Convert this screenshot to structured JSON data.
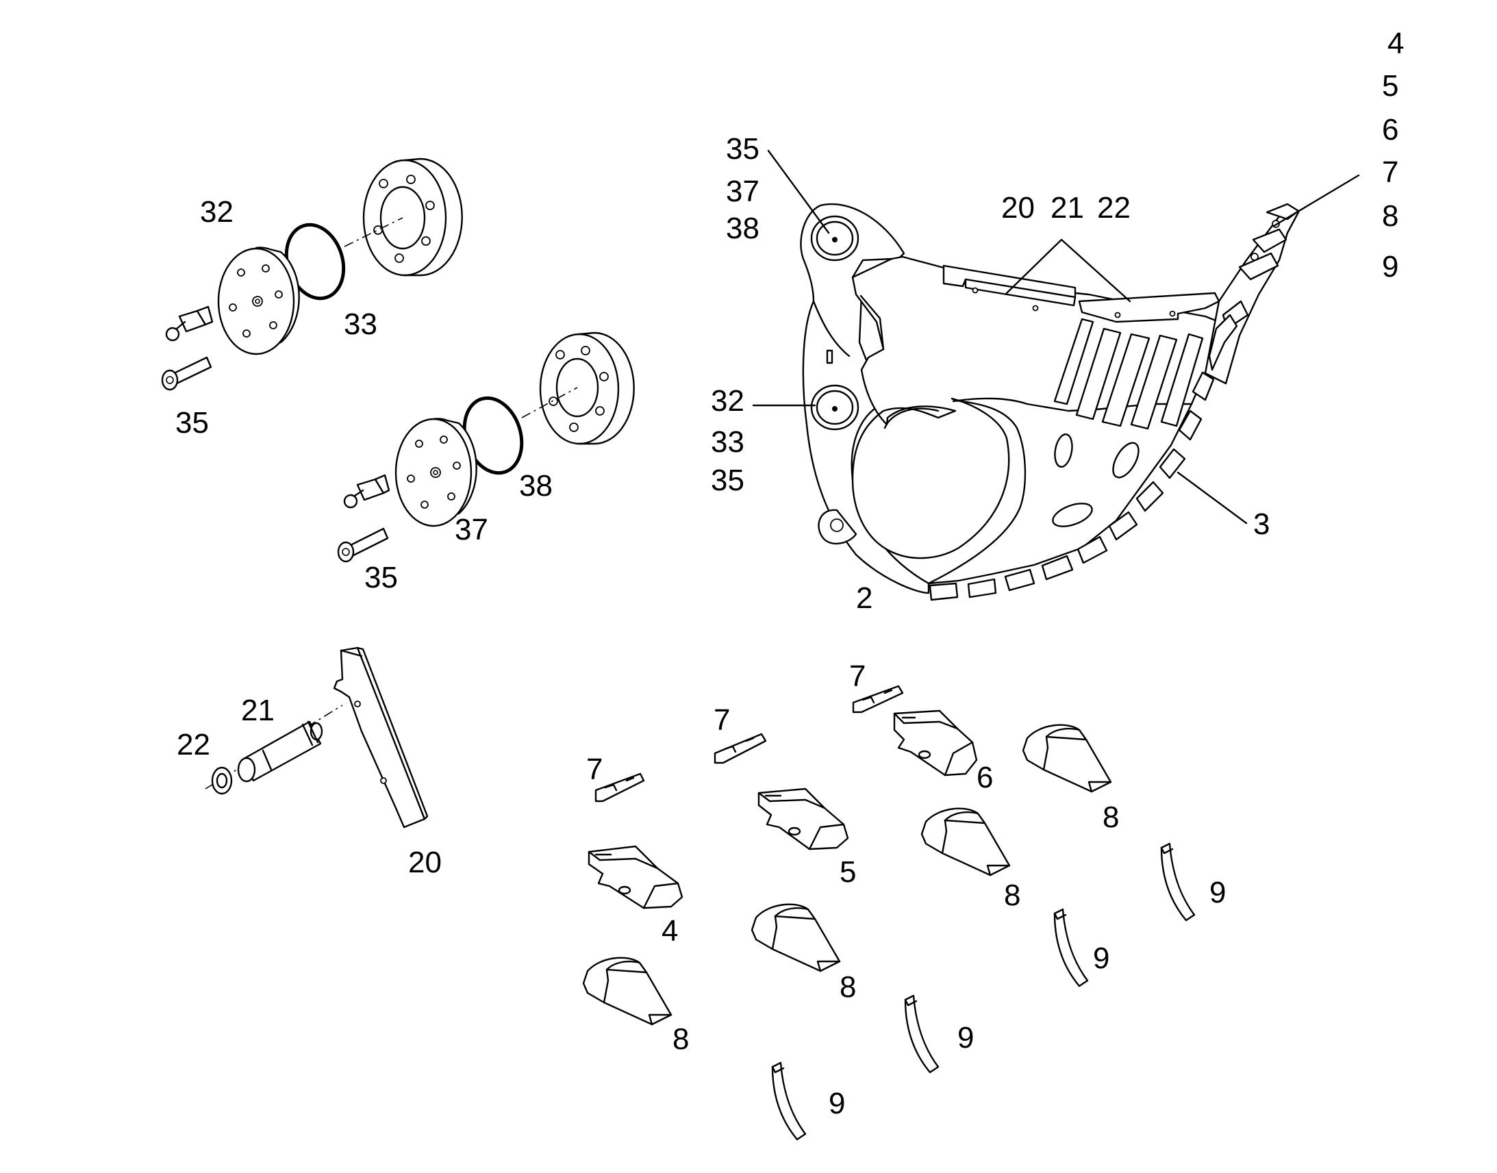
{
  "callouts": {
    "top_right_column": [
      "4",
      "5",
      "6",
      "7",
      "8",
      "9"
    ],
    "bucket_pin_top": [
      "35",
      "37",
      "38"
    ],
    "bucket_pin_lower": [
      "32",
      "33",
      "35"
    ],
    "side_cutter_group": [
      "20",
      "21",
      "22"
    ],
    "bucket_body": "2",
    "tooth_adapter_weld": "3",
    "shim_upper_32": "32",
    "oring_upper_33": "33",
    "bolt_upper_35": "35",
    "oring_lower_38": "38",
    "shim_lower_37": "37",
    "bolt_lower_35": "35",
    "pin_21": "21",
    "washer_22": "22",
    "cutter_20": "20",
    "lock_7_left": "7",
    "lock_7_mid": "7",
    "lock_7_right": "7",
    "adapter_4": "4",
    "adapter_5": "5",
    "adapter_6": "6",
    "tooth_8_a": "8",
    "tooth_8_b": "8",
    "tooth_8_c": "8",
    "tooth_8_d": "8",
    "clip_9_a": "9",
    "clip_9_b": "9",
    "clip_9_c": "9",
    "clip_9_d": "9"
  }
}
